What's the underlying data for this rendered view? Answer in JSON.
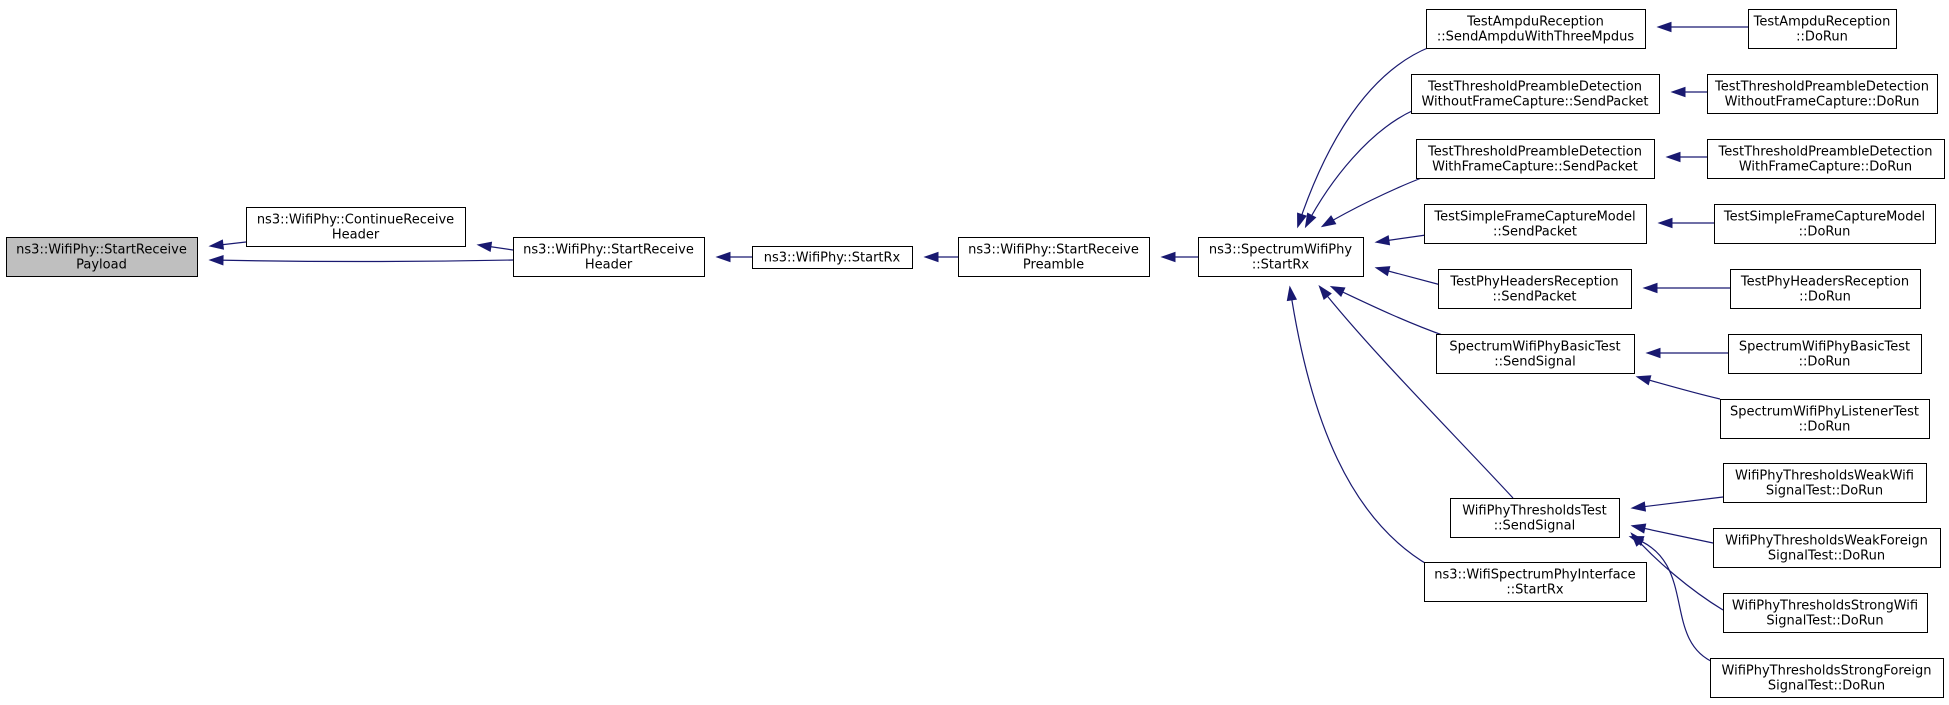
{
  "diagram": {
    "colors": {
      "edge": "#191970",
      "focus_fill": "#bfbfbf",
      "node_fill": "#ffffff",
      "border": "#000000"
    },
    "nodes": [
      {
        "id": "n0",
        "lines": [
          "ns3::WifiPhy::StartReceive",
          "Payload"
        ],
        "focus": true
      },
      {
        "id": "n1",
        "lines": [
          "ns3::WifiPhy::ContinueReceive",
          "Header"
        ]
      },
      {
        "id": "n2",
        "lines": [
          "ns3::WifiPhy::StartReceive",
          "Header"
        ]
      },
      {
        "id": "n3",
        "lines": [
          "ns3::WifiPhy::StartRx"
        ]
      },
      {
        "id": "n4",
        "lines": [
          "ns3::WifiPhy::StartReceive",
          "Preamble"
        ]
      },
      {
        "id": "n5",
        "lines": [
          "ns3::SpectrumWifiPhy",
          "::StartRx"
        ]
      },
      {
        "id": "n6",
        "lines": [
          "TestAmpduReception",
          "::SendAmpduWithThreeMpdus"
        ]
      },
      {
        "id": "n7",
        "lines": [
          "TestThresholdPreambleDetection",
          "WithoutFrameCapture::SendPacket"
        ]
      },
      {
        "id": "n8",
        "lines": [
          "TestThresholdPreambleDetection",
          "WithFrameCapture::SendPacket"
        ]
      },
      {
        "id": "n9",
        "lines": [
          "TestSimpleFrameCaptureModel",
          "::SendPacket"
        ]
      },
      {
        "id": "n10",
        "lines": [
          "TestPhyHeadersReception",
          "::SendPacket"
        ]
      },
      {
        "id": "n11",
        "lines": [
          "SpectrumWifiPhyBasicTest",
          "::SendSignal"
        ]
      },
      {
        "id": "n12",
        "lines": [
          "WifiPhyThresholdsTest",
          "::SendSignal"
        ]
      },
      {
        "id": "n13",
        "lines": [
          "ns3::WifiSpectrumPhyInterface",
          "::StartRx"
        ]
      },
      {
        "id": "n14",
        "lines": [
          "TestAmpduReception",
          "::DoRun"
        ]
      },
      {
        "id": "n15",
        "lines": [
          "TestThresholdPreambleDetection",
          "WithoutFrameCapture::DoRun"
        ]
      },
      {
        "id": "n16",
        "lines": [
          "TestThresholdPreambleDetection",
          "WithFrameCapture::DoRun"
        ]
      },
      {
        "id": "n17",
        "lines": [
          "TestSimpleFrameCaptureModel",
          "::DoRun"
        ]
      },
      {
        "id": "n18",
        "lines": [
          "TestPhyHeadersReception",
          "::DoRun"
        ]
      },
      {
        "id": "n19",
        "lines": [
          "SpectrumWifiPhyBasicTest",
          "::DoRun"
        ]
      },
      {
        "id": "n20",
        "lines": [
          "SpectrumWifiPhyListenerTest",
          "::DoRun"
        ]
      },
      {
        "id": "n21",
        "lines": [
          "WifiPhyThresholdsWeakWifi",
          "SignalTest::DoRun"
        ]
      },
      {
        "id": "n22",
        "lines": [
          "WifiPhyThresholdsWeakForeign",
          "SignalTest::DoRun"
        ]
      },
      {
        "id": "n23",
        "lines": [
          "WifiPhyThresholdsStrongWifi",
          "SignalTest::DoRun"
        ]
      },
      {
        "id": "n24",
        "lines": [
          "WifiPhyThresholdsStrongForeign",
          "SignalTest::DoRun"
        ]
      }
    ],
    "edges": [
      {
        "from": "n1",
        "to": "n0"
      },
      {
        "from": "n2",
        "to": "n0"
      },
      {
        "from": "n2",
        "to": "n1"
      },
      {
        "from": "n3",
        "to": "n2"
      },
      {
        "from": "n4",
        "to": "n3"
      },
      {
        "from": "n5",
        "to": "n4"
      },
      {
        "from": "n6",
        "to": "n5"
      },
      {
        "from": "n7",
        "to": "n5"
      },
      {
        "from": "n8",
        "to": "n5"
      },
      {
        "from": "n9",
        "to": "n5"
      },
      {
        "from": "n10",
        "to": "n5"
      },
      {
        "from": "n11",
        "to": "n5"
      },
      {
        "from": "n12",
        "to": "n5"
      },
      {
        "from": "n13",
        "to": "n5"
      },
      {
        "from": "n14",
        "to": "n6"
      },
      {
        "from": "n15",
        "to": "n7"
      },
      {
        "from": "n16",
        "to": "n8"
      },
      {
        "from": "n17",
        "to": "n9"
      },
      {
        "from": "n18",
        "to": "n10"
      },
      {
        "from": "n19",
        "to": "n11"
      },
      {
        "from": "n20",
        "to": "n11"
      },
      {
        "from": "n21",
        "to": "n12"
      },
      {
        "from": "n22",
        "to": "n12"
      },
      {
        "from": "n23",
        "to": "n12"
      },
      {
        "from": "n24",
        "to": "n12"
      }
    ]
  }
}
